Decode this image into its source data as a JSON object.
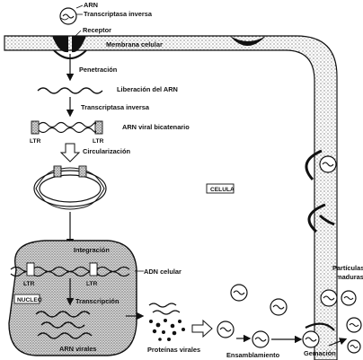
{
  "labels": {
    "arn": "ARN",
    "transcriptasa_top": "Transcriptasa inversa",
    "receptor": "Receptor",
    "membrana": "Membrana celular",
    "penetracion": "Penetración",
    "liberacion": "Liberación del ARN",
    "transcriptasa_mid": "Transcriptasa inversa",
    "arn_bicatenario": "ARN viral bicatenario",
    "ltr_left": "LTR",
    "ltr_right": "LTR",
    "circularizacion": "Circularización",
    "celula": "CELULA",
    "integracion": "Integración",
    "adn_celular": "ADN celular",
    "ltr_nucleo_left": "LTR",
    "ltr_nucleo_right": "LTR",
    "nucleo": "NUCLEO",
    "transcripcion": "Transcripción",
    "arn_virales": "ARN virales",
    "proteinas_virales": "Proteínas virales",
    "ensamblamiento": "Ensamblamiento",
    "gemacion": "Gemación",
    "particulas_maduras_1": "Partículas",
    "particulas_maduras_2": "maduras"
  }
}
